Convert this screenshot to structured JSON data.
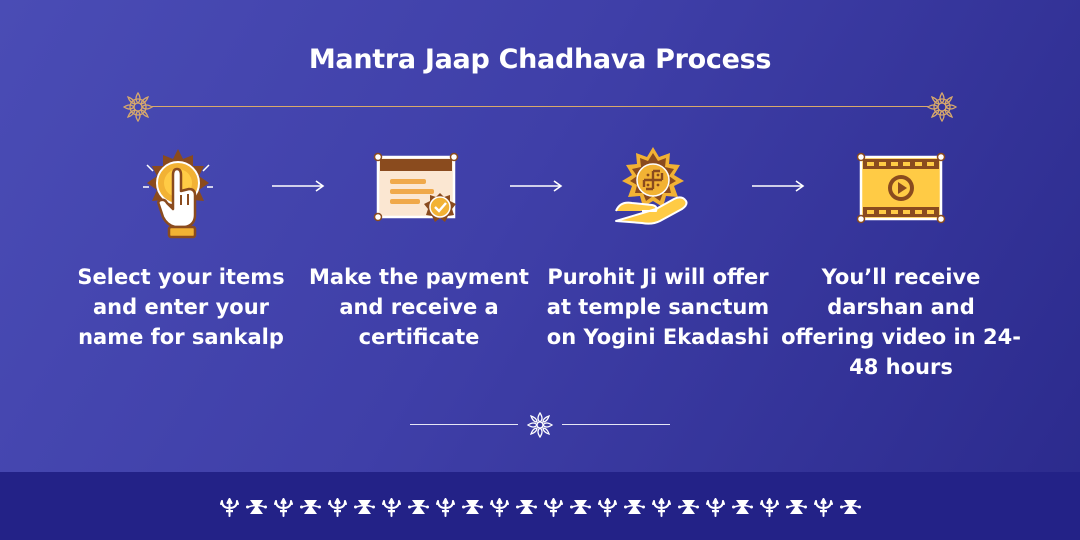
{
  "title": "Mantra Jaap Chadhava Process",
  "colors": {
    "background": "#3f3fa8",
    "accent_gold": "#f2b234",
    "accent_brown": "#8a4b1e",
    "footer": "#232287"
  },
  "steps": [
    {
      "icon": "hand-pointer-icon",
      "text": "Select your items and enter your name for sankalp"
    },
    {
      "icon": "certificate-icon",
      "text": "Make the payment and receive a certificate"
    },
    {
      "icon": "swastik-offering-icon",
      "text": "Purohit Ji will offer at temple sanctum on Yogini Ekadashi"
    },
    {
      "icon": "video-film-icon",
      "text": "You’ll receive darshan and offering video in 24-48 hours"
    }
  ],
  "decorations": {
    "top_divider": "mandala-icon",
    "bottom_divider": "flower-icon",
    "footer_pattern": [
      "trishul-icon",
      "damru-icon"
    ]
  }
}
